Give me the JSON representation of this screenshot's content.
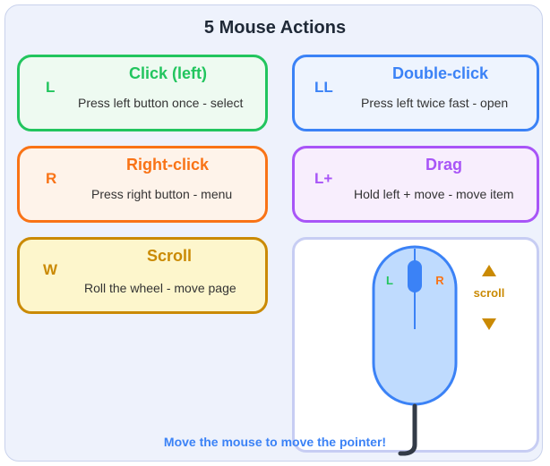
{
  "title": "5 Mouse Actions",
  "colors": {
    "green": "#22c55e",
    "blue": "#3b82f6",
    "orange": "#f97316",
    "purple": "#a855f7",
    "gold": "#ca8a04"
  },
  "actions": [
    {
      "key": "L",
      "name": "Click (left)",
      "desc": "Press left button once - select"
    },
    {
      "key": "LL",
      "name": "Double-click",
      "desc": "Press left twice fast - open"
    },
    {
      "key": "R",
      "name": "Right-click",
      "desc": "Press right button - menu"
    },
    {
      "key": "L+",
      "name": "Drag",
      "desc": "Hold left + move - move item"
    },
    {
      "key": "W",
      "name": "Scroll",
      "desc": "Roll the wheel - move page"
    }
  ],
  "mouse": {
    "left_label": "L",
    "right_label": "R",
    "scroll_label": "scroll"
  },
  "footer": "Move the mouse to move the pointer!"
}
